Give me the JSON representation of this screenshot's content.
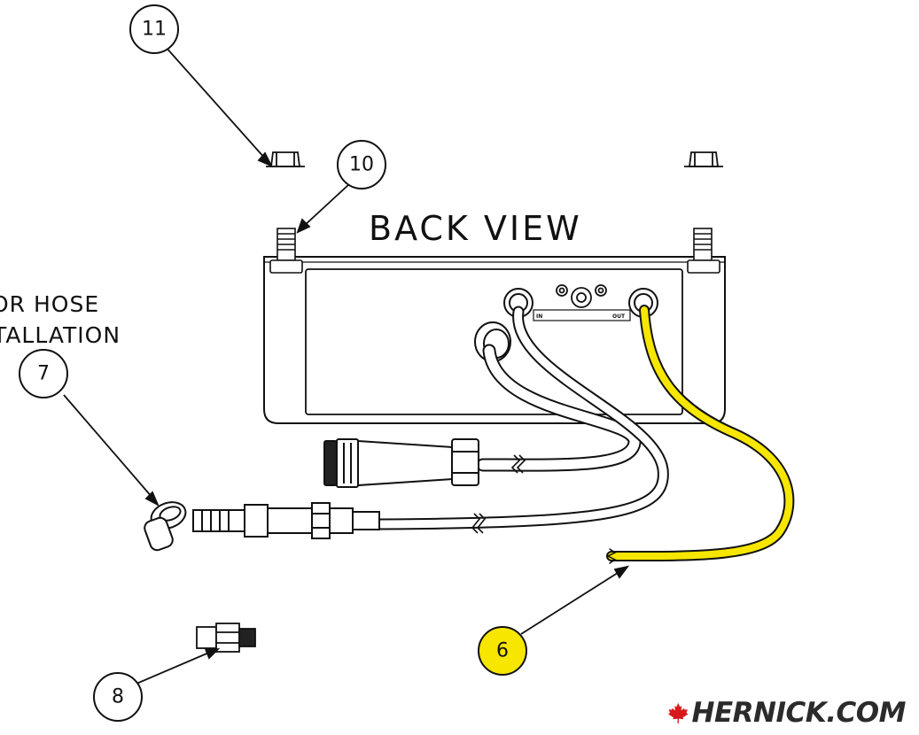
{
  "title": "BACK VIEW",
  "note": {
    "line1": "OR HOSE",
    "line2": "TALLATION"
  },
  "callouts": {
    "c6": "6",
    "c7": "7",
    "c8": "8",
    "c10": "10",
    "c11": "11"
  },
  "port_labels": {
    "in": "IN",
    "out": "OUT"
  },
  "logo": {
    "text": "HERNICK.COM",
    "icon": "maple-leaf-icon"
  },
  "colors": {
    "line": "#111111",
    "highlight": "#f6e600",
    "logo_leaf": "#d7191c",
    "logo_text": "#2b2b2b"
  }
}
